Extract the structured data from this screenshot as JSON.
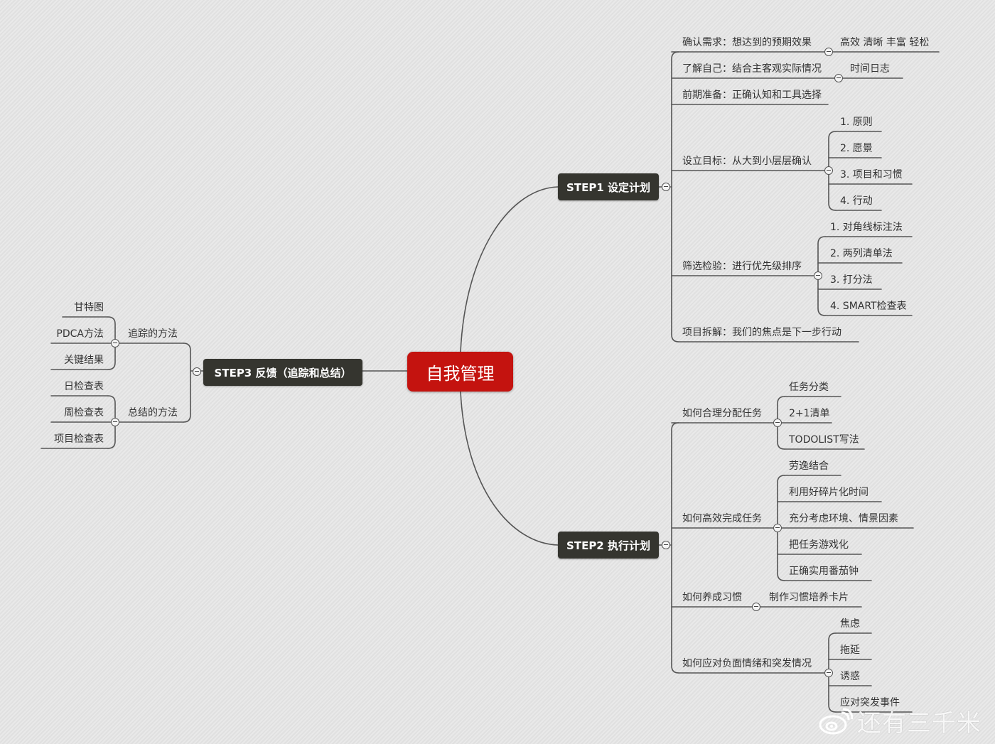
{
  "root": "自我管理",
  "step1": {
    "title": "STEP1 设定计划",
    "items": [
      {
        "label": "确认需求：想达到的预期效果",
        "sub": [
          "高效 清晰 丰富 轻松"
        ]
      },
      {
        "label": "了解自己：结合主客观实际情况",
        "sub": [
          "时间日志"
        ]
      },
      {
        "label": "前期准备：正确认知和工具选择"
      },
      {
        "label": "设立目标：从大到小层层确认",
        "sub": [
          "1. 原则",
          "2. 愿景",
          "3. 项目和习惯",
          "4. 行动"
        ]
      },
      {
        "label": "筛选检验：进行优先级排序",
        "sub": [
          "1. 对角线标注法",
          "2. 两列清单法",
          "3. 打分法",
          "4. SMART检查表"
        ]
      },
      {
        "label": "项目拆解：我们的焦点是下一步行动"
      }
    ]
  },
  "step2": {
    "title": "STEP2 执行计划",
    "items": [
      {
        "label": "如何合理分配任务",
        "sub": [
          "任务分类",
          "2+1清单",
          "TODOLIST写法"
        ]
      },
      {
        "label": "如何高效完成任务",
        "sub": [
          "劳逸结合",
          "利用好碎片化时间",
          "充分考虑环境、情景因素",
          "把任务游戏化",
          "正确实用番茄钟"
        ]
      },
      {
        "label": "如何养成习惯",
        "sub": [
          "制作习惯培养卡片"
        ]
      },
      {
        "label": "如何应对负面情绪和突发情况",
        "sub": [
          "焦虑",
          "拖延",
          "诱惑",
          "应对突发事件"
        ]
      }
    ]
  },
  "step3": {
    "title": "STEP3 反馈（追踪和总结）",
    "items": [
      {
        "label": "追踪的方法",
        "sub": [
          "甘特图",
          "PDCA方法",
          "关键结果"
        ]
      },
      {
        "label": "总结的方法",
        "sub": [
          "日检查表",
          "周检查表",
          "项目检查表"
        ]
      }
    ]
  },
  "watermark": {
    "text": "还有三千米",
    "icon": "weibo-logo-icon"
  },
  "colors": {
    "root": "#c4130f",
    "node": "#35352f",
    "line": "#555555"
  }
}
